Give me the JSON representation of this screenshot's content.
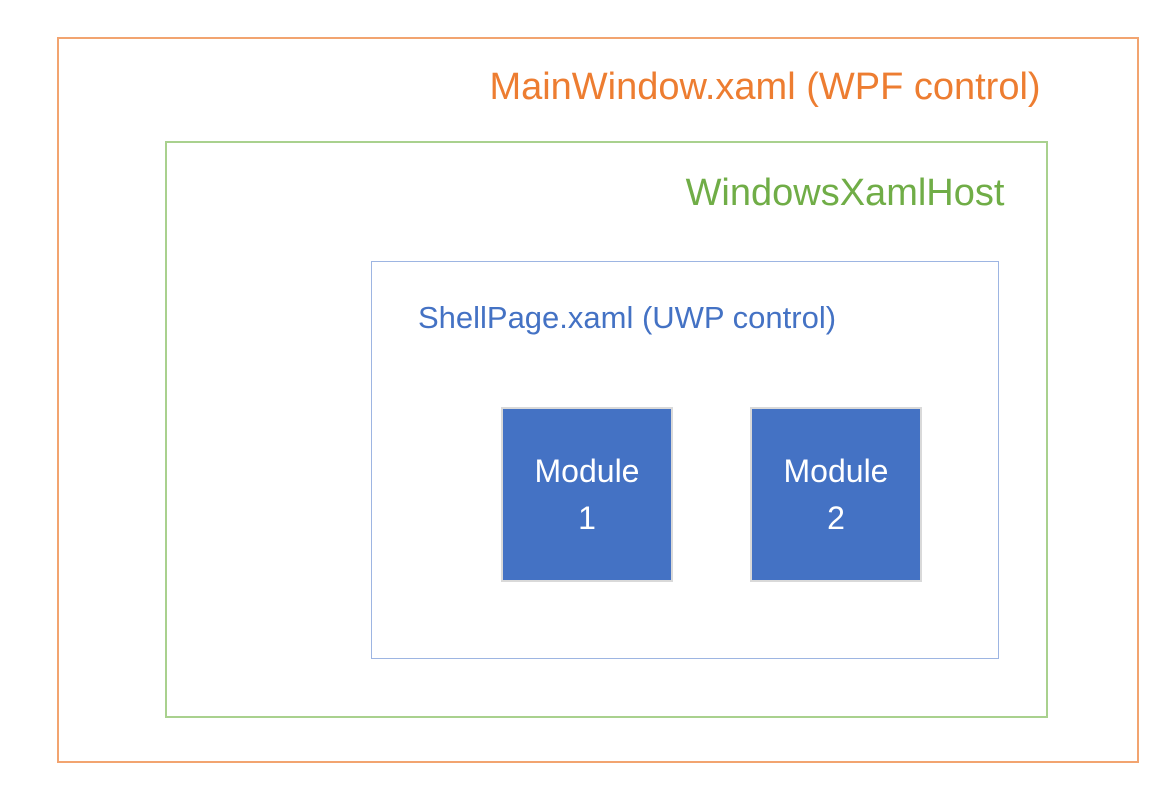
{
  "diagram": {
    "title": "MainWindow.xaml (WPF control)",
    "outer_box": {
      "label": "MainWindow.xaml (WPF control)",
      "text_color": "#ED7D31",
      "border_color": "#F2A470"
    },
    "host_box": {
      "label": "WindowsXamlHost",
      "text_color": "#70AD47",
      "border_color": "#A9D18E"
    },
    "shell_box": {
      "label": "ShellPage.xaml (UWP control)",
      "text_color": "#4472C4",
      "border_color": "#9DB5E2"
    },
    "modules": [
      {
        "line1": "Module",
        "line2": "1",
        "fill_color": "#4472C4",
        "text_color": "#FFFFFF",
        "border_color": "#D9D9D9"
      },
      {
        "line1": "Module",
        "line2": "2",
        "fill_color": "#4472C4",
        "text_color": "#FFFFFF",
        "border_color": "#D9D9D9"
      }
    ]
  }
}
